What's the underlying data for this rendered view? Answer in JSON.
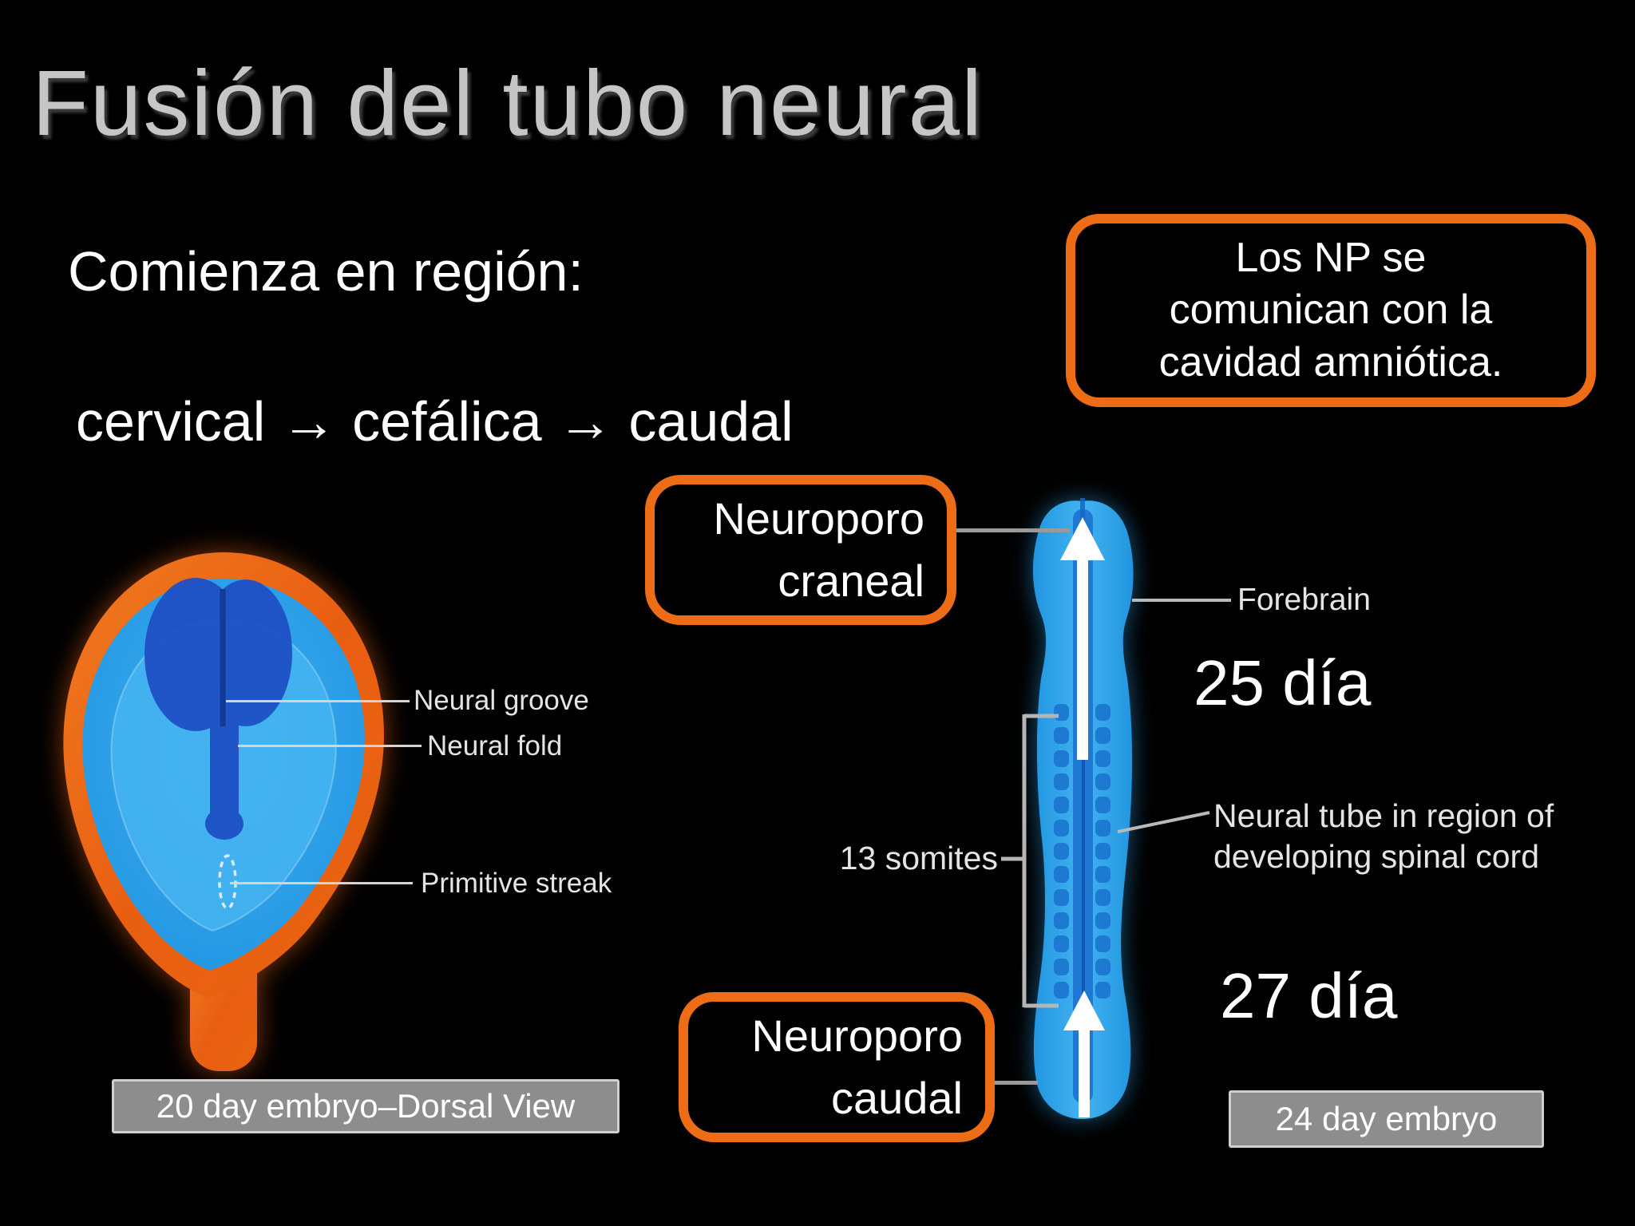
{
  "slide": {
    "title": "Fusión del tubo neural",
    "intro_line": "Comienza en región:",
    "sequence_line": "cervical → cefálica → caudal",
    "note_box": {
      "line1": "Los NP se",
      "line2": "comunican con la",
      "line3": "cavidad amniótica."
    }
  },
  "left_figure": {
    "labels": {
      "neural_groove": "Neural groove",
      "neural_fold": "Neural fold",
      "primitive_streak": "Primitive streak"
    },
    "caption": "20 day embryo–Dorsal View"
  },
  "right_figure": {
    "callout_cranial": {
      "line1": "Neuroporo",
      "line2": "craneal"
    },
    "callout_caudal": {
      "line1": "Neuroporo",
      "line2": "caudal"
    },
    "labels": {
      "forebrain": "Forebrain",
      "somites": "13 somites",
      "neural_tube_line1": "Neural tube in region of",
      "neural_tube_line2": "developing spinal cord",
      "day_25": "25 día",
      "day_27": "27 día"
    },
    "somite_count": 13,
    "caption": "24 day embryo"
  },
  "colors": {
    "background": "#000000",
    "accent_orange": "#ed6d16",
    "embryo_ring_orange": "#ea6418",
    "embryo_blue": "#2ba1e8",
    "embryo_light_blue": "#46b4f1",
    "neural_plate_navy": "#1d4ec4",
    "caption_gray": "#8d8d8d",
    "title_silver": "#c6c6c6",
    "leader_line": "#d4d4d4"
  }
}
